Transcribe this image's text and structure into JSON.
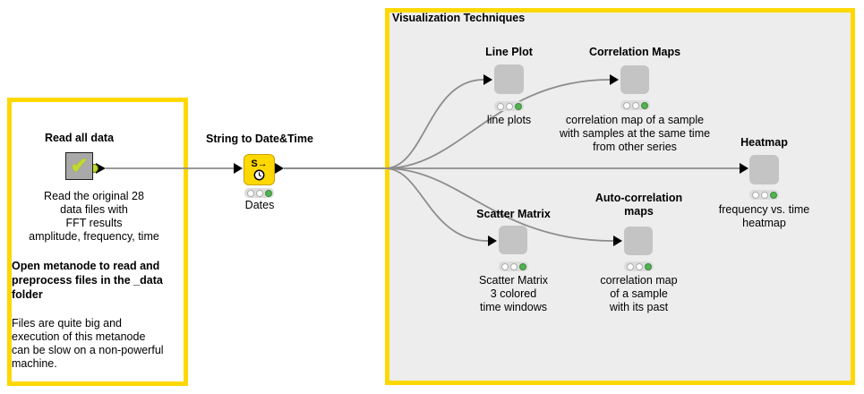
{
  "colors": {
    "annotation_border": "#FFD800",
    "viz_box_fill": "#EDEDED",
    "read_box_fill": "#FFFFFF",
    "component_fill": "#C4C4C4",
    "metanode_fill": "#A9A9A9",
    "metanode_check": "#C1D82F",
    "yellow_node_fill": "#FFD800",
    "wire": "#8C8C8C",
    "traffic_light_green": "#53B152"
  },
  "annotations": {
    "read_box": {
      "description": "Read the original 28\ndata files with\nFFT results\namplitude, frequency, time",
      "bold_note": "Open metanode to read and\npreprocess files in the _data\nfolder",
      "note": "Files are quite big and\nexecution of this metanode\ncan be slow on a non-powerful\nmachine."
    },
    "viz_box": {
      "title": "Visualization Techniques"
    }
  },
  "nodes": {
    "read_all_data": {
      "title": "Read all data",
      "check_icon": "✔"
    },
    "string_to_datetime": {
      "title": "String to Date&Time",
      "icon_text": "S→",
      "label": "Dates"
    },
    "line_plot": {
      "title": "Line Plot",
      "label": "line plots"
    },
    "correlation_maps": {
      "title": "Correlation Maps",
      "label": "correlation map of a sample\nwith samples at the same time\nfrom other series"
    },
    "heatmap": {
      "title": "Heatmap",
      "label": "frequency vs. time\nheatmap"
    },
    "scatter_matrix": {
      "title": "Scatter Matrix",
      "label": "Scatter Matrix\n3 colored\ntime windows"
    },
    "auto_correlation_maps": {
      "title": "Auto-correlation\nmaps",
      "label": "correlation map\nof a sample\nwith its past"
    }
  }
}
